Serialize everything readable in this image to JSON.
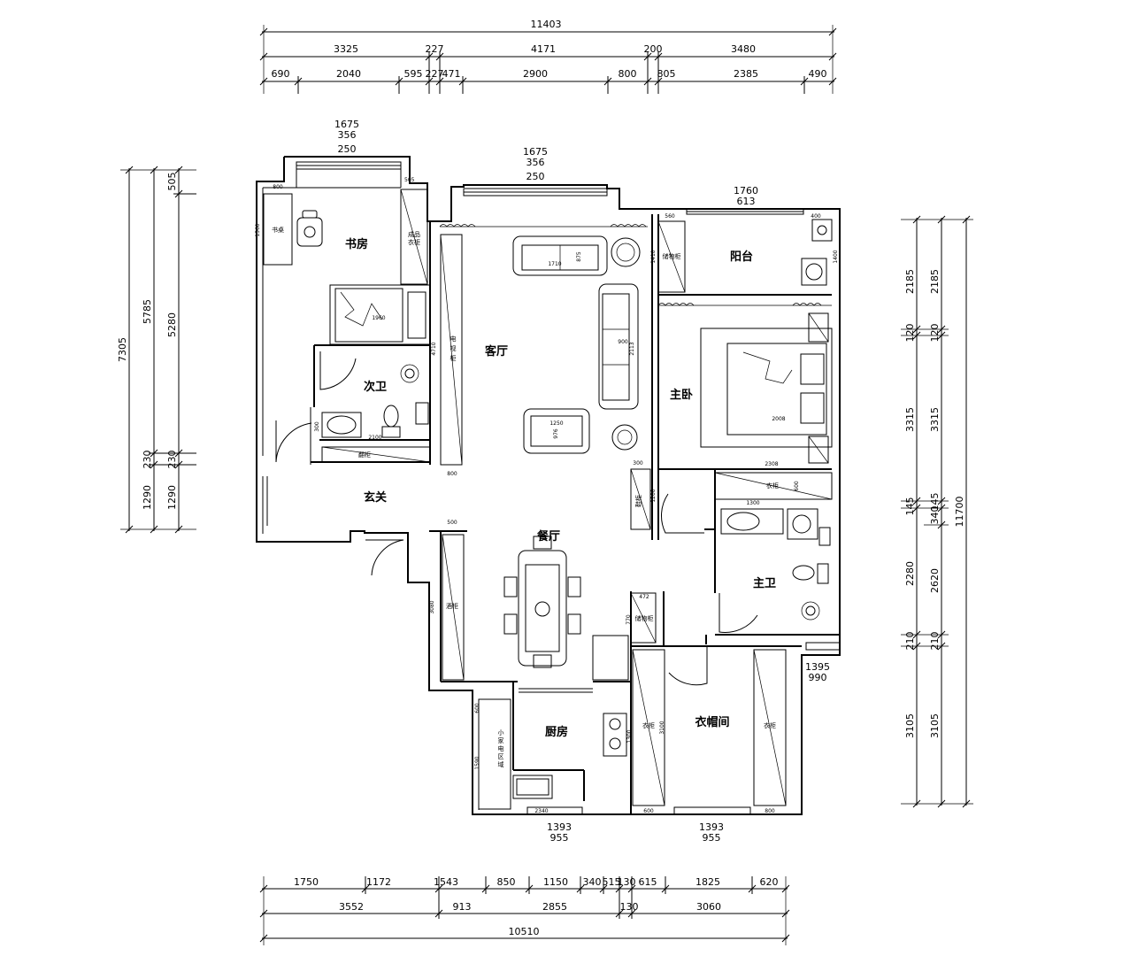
{
  "rooms": {
    "study": "书房",
    "guest_bath": "次卫",
    "living": "客厅",
    "balcony": "阳台",
    "master_bed": "主卧",
    "entry": "玄关",
    "dining": "餐厅",
    "master_bath": "主卫",
    "kitchen": "厨房",
    "cloakroom": "衣帽间"
  },
  "furniture": {
    "desk": "书桌",
    "wardrobe_a": "成品",
    "wardrobe_b": "衣柜",
    "tv_a": "电",
    "tv_b": "视",
    "tv_c": "柜",
    "storage": "储物柜",
    "closet": "衣柜",
    "bath_cab": "翻柜",
    "wine": "酒柜",
    "appl_1": "小",
    "appl_2": "家",
    "appl_3": "电",
    "appl_4": "区",
    "appl_5": "域",
    "shoe": "鞋柜",
    "storage2": "储物柜"
  },
  "dims": {
    "top_total": "11403",
    "top_row2": [
      "3325",
      "227",
      "4171",
      "200",
      "3480"
    ],
    "top_row3": [
      "690",
      "2040",
      "595",
      "227",
      "471",
      "2900",
      "800",
      "805",
      "2385",
      "490"
    ],
    "bottom_row1": [
      "1750",
      "1172",
      "1543",
      "850",
      "1150",
      "340",
      "515",
      "130",
      "615",
      "1825",
      "620"
    ],
    "bottom_row2": [
      "3552",
      "913",
      "2855",
      "130",
      "3060"
    ],
    "bottom_total": "10510",
    "left_total": "7305",
    "left_a": [
      "5785",
      "230",
      "1290"
    ],
    "left_b": [
      "505",
      "5280",
      "230",
      "1290"
    ],
    "right_a": [
      "2185",
      "120",
      "3315",
      "145",
      "2280",
      "210",
      "3105"
    ],
    "right_b": [
      "2185",
      "120",
      "3315",
      "145",
      "340",
      "2620",
      "210",
      "3105"
    ],
    "right_total": "11700",
    "win_study": [
      "1675",
      "356",
      "250"
    ],
    "win_living": [
      "1675",
      "356",
      "250"
    ],
    "win_balcony": [
      "1760",
      "613"
    ],
    "win_bath": [
      "1395",
      "990"
    ],
    "win_kitchen": [
      "1393",
      "955"
    ],
    "win_cloak": [
      "1393",
      "955"
    ],
    "inner": {
      "d800a": "800",
      "d505": "505",
      "d1560": "1560",
      "d1960": "1960",
      "d1710": "1710",
      "d875": "875",
      "d900": "900",
      "d2113": "2113",
      "d1250": "1250",
      "d976": "976",
      "d4710": "4710",
      "d560": "560",
      "d1410": "1410",
      "d400": "400",
      "d1400": "1400",
      "d2008": "2008",
      "d2308": "2308",
      "d300": "300",
      "d1300": "1300",
      "d2100": "2100",
      "d500": "500",
      "d3080": "3080",
      "d472": "472",
      "d770": "770",
      "d600a": "600",
      "d1590": "1590",
      "d2340": "2340",
      "d1300b": "1300",
      "d3100": "3100",
      "d600b": "600",
      "d800b": "800",
      "d300b": "300",
      "d1200": "1200",
      "d800c": "800",
      "d600c": "600"
    }
  }
}
